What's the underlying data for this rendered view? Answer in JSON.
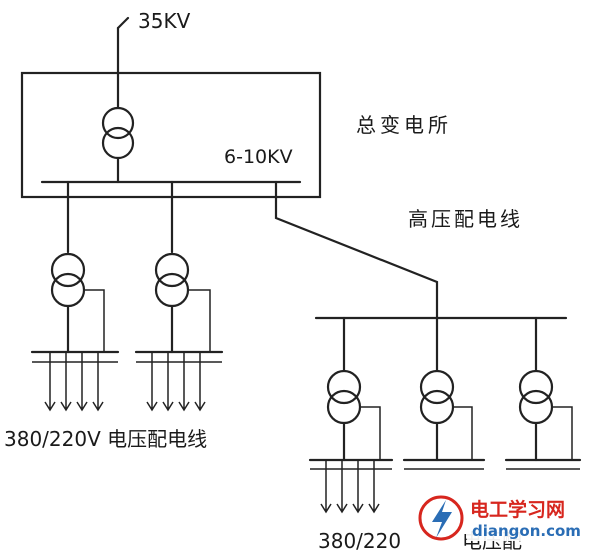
{
  "labels": {
    "supply_voltage": "35KV",
    "main_substation": "总变电所",
    "bus_voltage": "6-10KV",
    "hv_line": "高压配电线",
    "lv_line_left": "380/220V 电压配电线",
    "lv_line_right_voltage": "380/220",
    "lv_line_right_suffix": "电压配"
  },
  "watermark": {
    "site_cn": "电工学习网",
    "site_url": "diangon.com",
    "colors": {
      "red": "#d7261e",
      "blue": "#2a6db5"
    }
  }
}
